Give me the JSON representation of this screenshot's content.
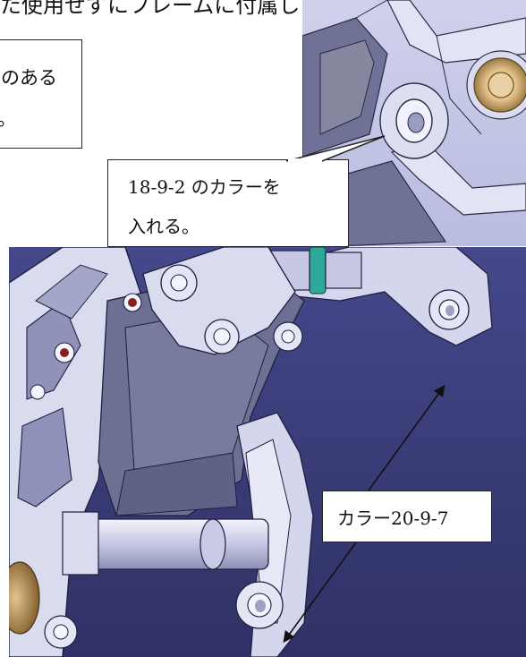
{
  "page": {
    "top_line": "た使用せずにフレームに付属しているシャフト(ネ",
    "left_box": {
      "line1": "のある",
      "line2": "。"
    }
  },
  "callouts": [
    {
      "line1": "18-9-2 のカラーを",
      "line2": "入れる。"
    },
    {
      "line1": "カラー20-9-7"
    }
  ],
  "colors": {
    "cad_background": "#3d3f78",
    "part_fill": "#d6d8ee",
    "part_shadow": "#8e90b8",
    "bushing_gold": "#c9a46a",
    "spacer_teal": "#2fa89a"
  },
  "icons": [
    "cad-render-upper-image",
    "cad-render-lower-image",
    "callout-leader-arrow-icon"
  ]
}
